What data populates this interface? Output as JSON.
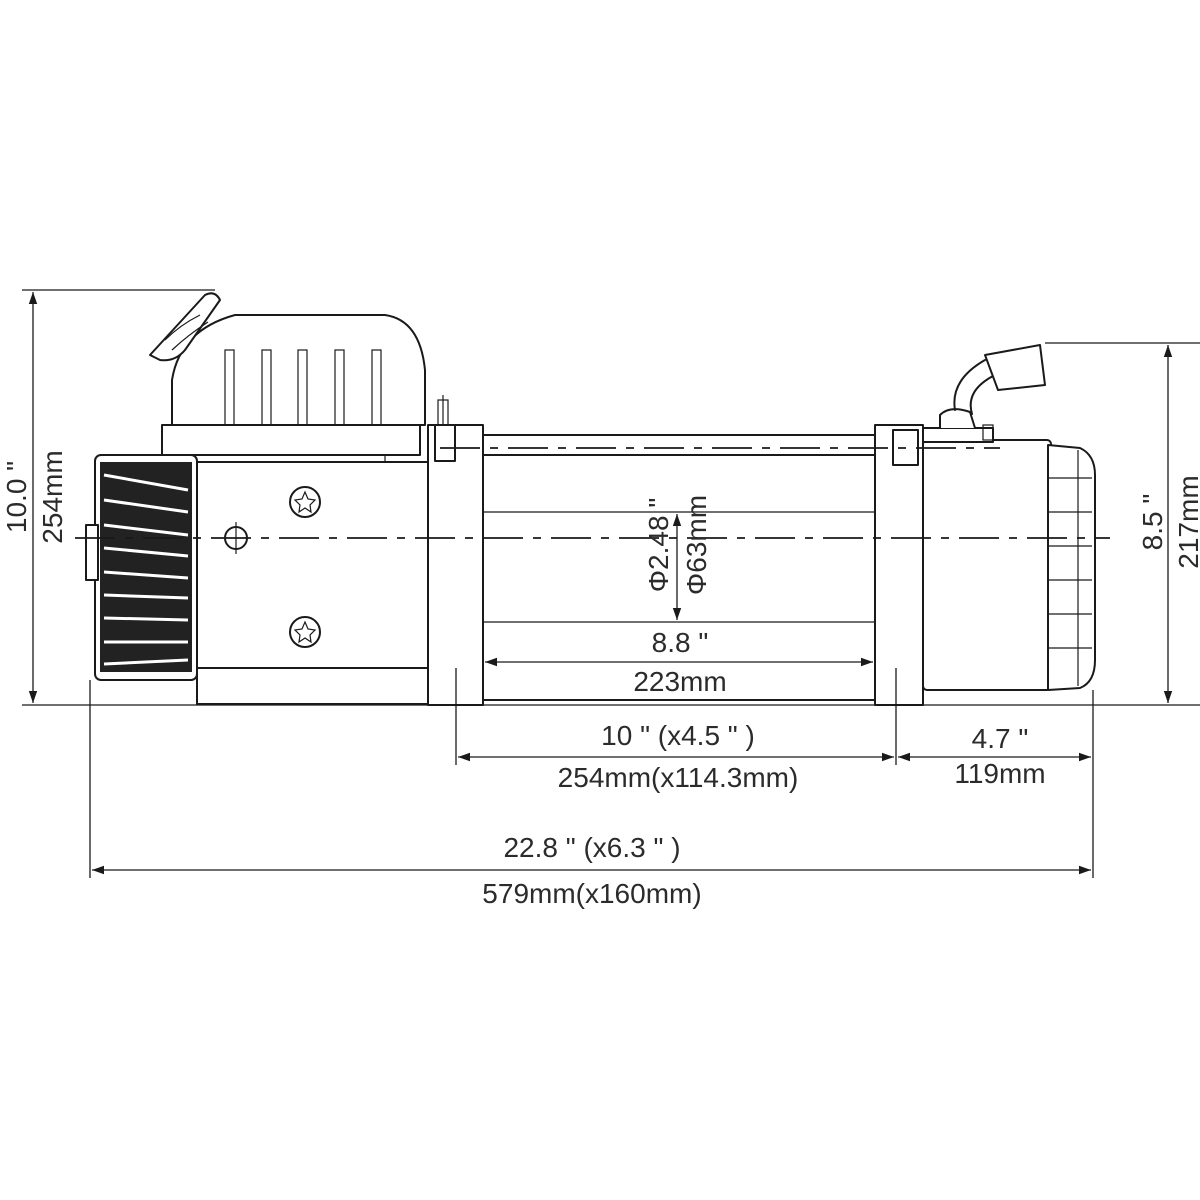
{
  "dimensions": {
    "height_total": {
      "inch": "10.0 \"",
      "mm": "254mm"
    },
    "height_motor": {
      "inch": "8.5 \"",
      "mm": "217mm"
    },
    "drum_diameter": {
      "inch": "Φ2.48 \"",
      "mm": "Φ63mm"
    },
    "drum_length": {
      "inch": "8.8 \"",
      "mm": "223mm"
    },
    "mount_spacing": {
      "inch": "10 \" (x4.5 \" )",
      "mm": "254mm(x114.3mm)"
    },
    "motor_length": {
      "inch": "4.7 \"",
      "mm": "119mm"
    },
    "overall_length": {
      "inch": "22.8 \" (x6.3 \" )",
      "mm": "579mm(x160mm)"
    }
  }
}
